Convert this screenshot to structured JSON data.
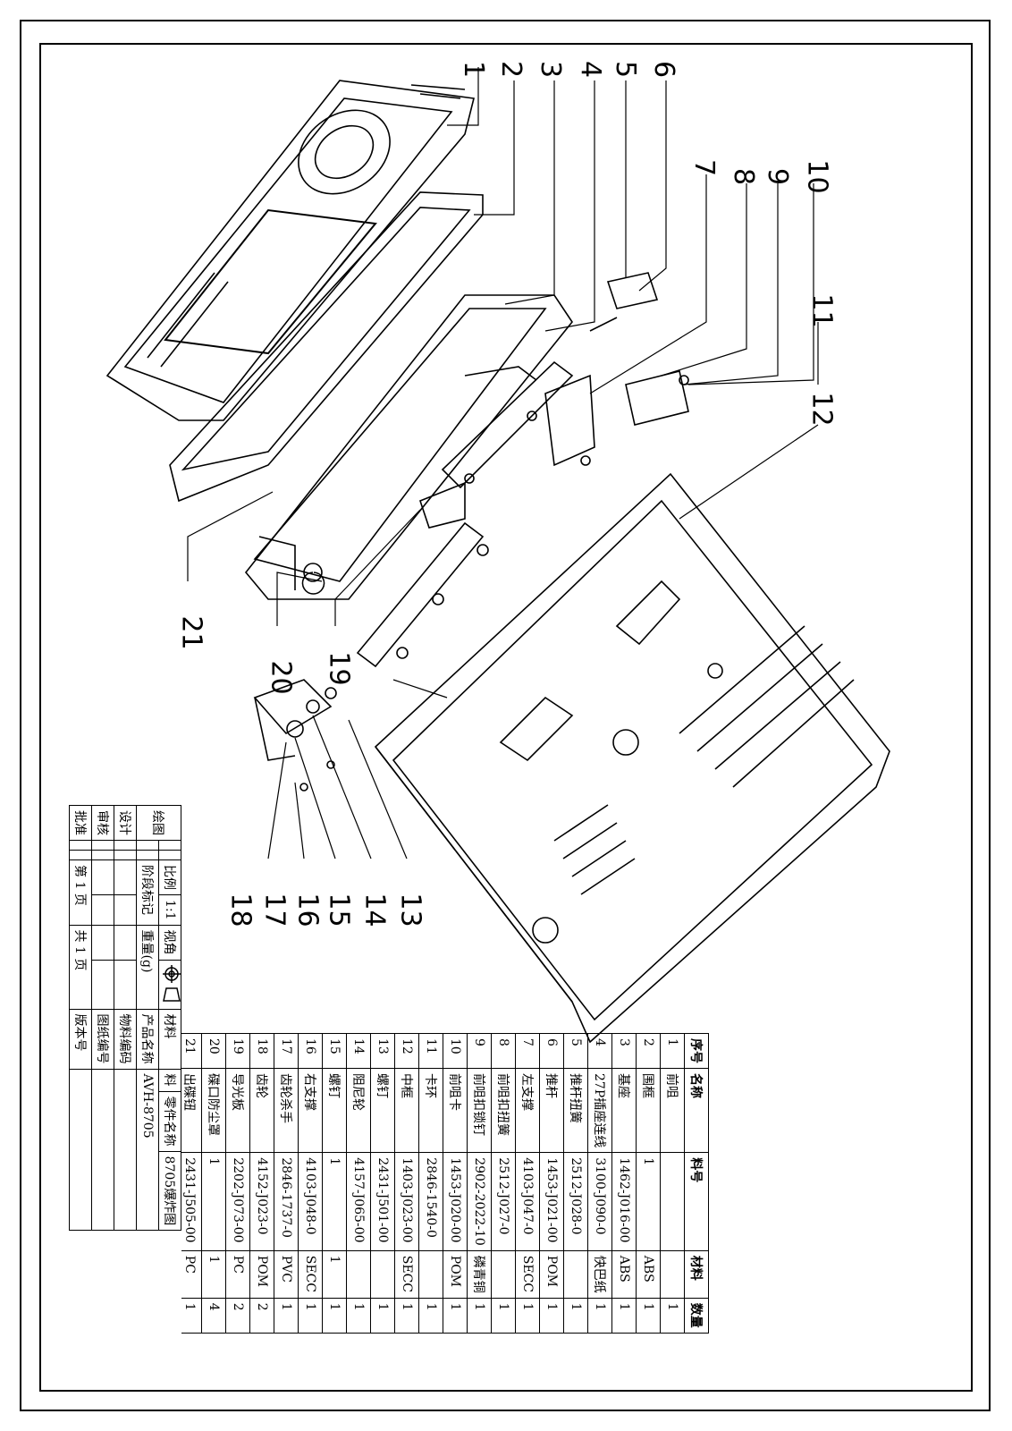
{
  "callouts": [
    "1",
    "2",
    "3",
    "4",
    "5",
    "6",
    "7",
    "8",
    "9",
    "10",
    "11",
    "12",
    "13",
    "14",
    "15",
    "16",
    "17",
    "18",
    "19",
    "20",
    "21"
  ],
  "parts_table": {
    "headers": [
      "序号",
      "名称",
      "料号",
      "材料",
      "数量"
    ],
    "rows": [
      [
        "21",
        "出碟钮",
        "2431-J505-00",
        "PC",
        "1"
      ],
      [
        "20",
        "碟口防尘罩",
        "1",
        "1",
        "4"
      ],
      [
        "19",
        "导光板",
        "2202-J073-00",
        "PC",
        "2"
      ],
      [
        "18",
        "齿轮",
        "4152-J023-0",
        "POM",
        "2"
      ],
      [
        "17",
        "齿轮杀手",
        "2846-1737-0",
        "PVC",
        "1"
      ],
      [
        "16",
        "右支撑",
        "4103-J048-0",
        "SECC",
        "1"
      ],
      [
        "15",
        "螺钉",
        "1",
        "1",
        "1"
      ],
      [
        "14",
        "阻尼轮",
        "4157-J065-00",
        "",
        "1"
      ],
      [
        "13",
        "螺钉",
        "2431-J501-00",
        "",
        "1"
      ],
      [
        "12",
        "中框",
        "1403-J023-00",
        "SECC",
        "1"
      ],
      [
        "11",
        "卡环",
        "2846-1540-0",
        "",
        "1"
      ],
      [
        "10",
        "前咀卡",
        "1453-J020-00",
        "POM",
        "1"
      ],
      [
        "9",
        "前咀扣锁钉",
        "2902-2022-10",
        "磷青铜",
        "1"
      ],
      [
        "8",
        "前咀扣扭簧",
        "2512-J027-0",
        "",
        "1"
      ],
      [
        "7",
        "左支撑",
        "4103-J047-0",
        "SECC",
        "1"
      ],
      [
        "6",
        "推杆",
        "1453-J021-00",
        "POM",
        "1"
      ],
      [
        "5",
        "推杆扭簧",
        "2512-J028-0",
        "",
        "1"
      ],
      [
        "4",
        "27P插座连线",
        "3100-J090-0",
        "快巴纸",
        "1"
      ],
      [
        "3",
        "基座",
        "1462-J016-00",
        "ABS",
        "1"
      ],
      [
        "2",
        "围框",
        "1",
        "ABS",
        "1"
      ],
      [
        "1",
        "前咀",
        "",
        "",
        "1"
      ]
    ]
  },
  "title_block": {
    "part_name_label": "零件名称",
    "part_name": "8705爆炸图",
    "material_label": "材料",
    "material_value": "料",
    "product_label": "产品名称",
    "product_value": "AVH-8705",
    "material_code_label": "物料编码",
    "drawing_no_label": "图纸编号",
    "version_label": "版本号",
    "scale_label": "比例",
    "scale_value": "1:1",
    "view_label": "视角",
    "stage_label": "阶段标记",
    "weight_label": "重量(g)",
    "draw_label": "绘图",
    "design_label": "设计",
    "review_label": "审核",
    "approve_label": "批准",
    "page_label": "第 1 页",
    "total_label": "共 1 页"
  }
}
